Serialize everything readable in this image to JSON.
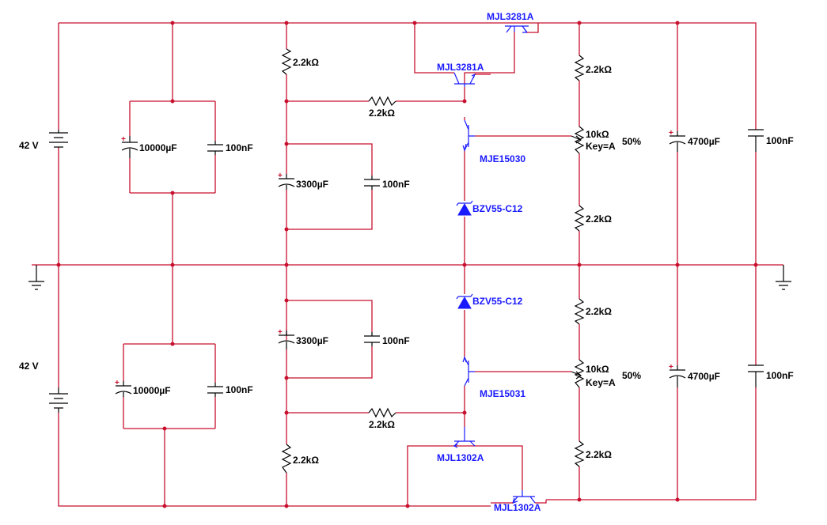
{
  "colors": {
    "wire": "#c8102e",
    "component": "#000000",
    "semiconductor": "#1a1aff"
  },
  "labels": {
    "supply_top": "42 V",
    "supply_bottom": "42 V",
    "c_bulk_top": "10000µF",
    "c_bulk_top_film": "100nF",
    "c_bulk_bottom": "10000µF",
    "c_bulk_bottom_film": "100nF",
    "r_top_bias": "2.2kΩ",
    "c_mid_top": "3300µF",
    "c_mid_top_film": "100nF",
    "r_top_base": "2.2kΩ",
    "c_mid_bottom": "3300µF",
    "c_mid_bottom_film": "100nF",
    "r_bottom_base": "2.2kΩ",
    "r_bottom_bias": "2.2kΩ",
    "q_top_outer": "MJL3281A",
    "q_top_inner": "MJL3281A",
    "q_top_driver": "MJE15030",
    "z_top": "BZV55-C12",
    "z_bottom": "BZV55-C12",
    "q_bottom_driver": "MJE15031",
    "q_bottom_inner": "MJL1302A",
    "q_bottom_outer": "MJL1302A",
    "r_right_1": "2.2kΩ",
    "pot_top": "10kΩ",
    "pot_top_key": "Key=A",
    "pot_top_pct": "50%",
    "r_right_2": "2.2kΩ",
    "r_right_3": "2.2kΩ",
    "pot_bottom": "10kΩ",
    "pot_bottom_key": "Key=A",
    "pot_bottom_pct": "50%",
    "r_right_4": "2.2kΩ",
    "c_out_top": "4700µF",
    "c_out_top_film": "100nF",
    "c_out_bottom": "4700µF",
    "c_out_bottom_film": "100nF",
    "polarity": "+"
  }
}
